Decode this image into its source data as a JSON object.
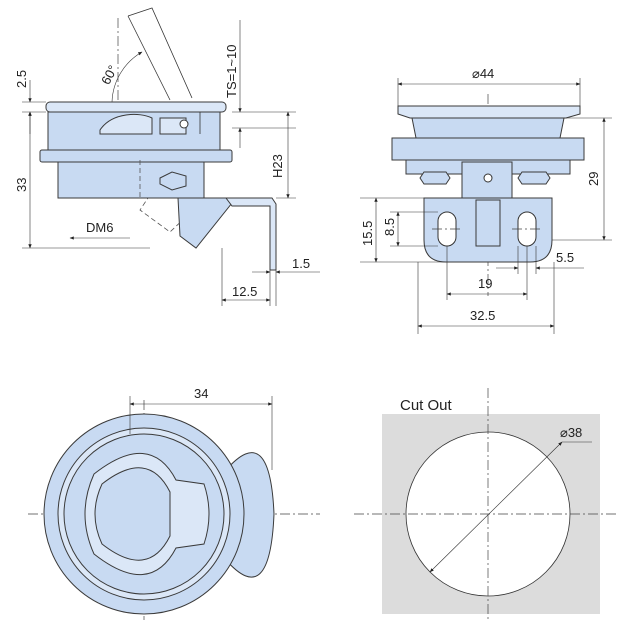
{
  "side_view": {
    "angle": "60°",
    "ts": "TS=1~10",
    "dim_top": "2.5",
    "dim_height": "33",
    "dim_h": "H23",
    "thread": "DM6",
    "dim_thick": "1.5",
    "dim_offset": "12.5"
  },
  "front_view": {
    "dia": "⌀44",
    "dim_height": "29",
    "dim_a": "15.5",
    "dim_b": "8.5",
    "dim_slot": "5.5",
    "dim_holes": "19",
    "dim_width": "32.5"
  },
  "top_view": {
    "dim_width": "34"
  },
  "cut_out": {
    "title": "Cut Out",
    "dia": "⌀38",
    "colors": {
      "panel": "#dcdcdc",
      "hole": "#ffffff"
    }
  },
  "colors": {
    "part": "#c8daf2",
    "line": "#333333"
  }
}
